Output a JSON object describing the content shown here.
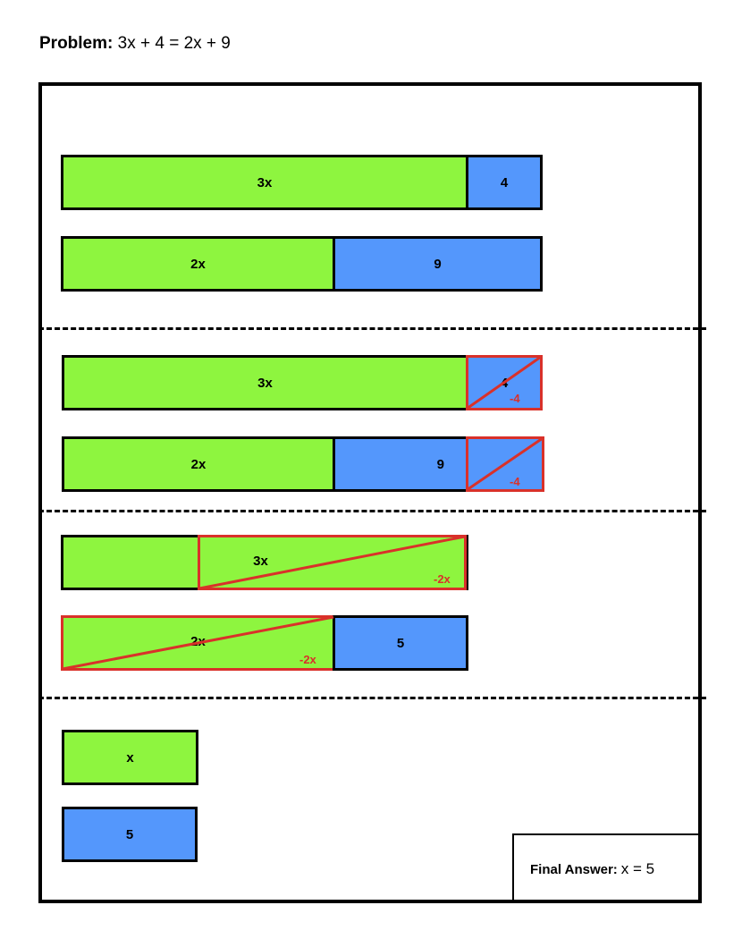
{
  "problem": {
    "label": "Problem:",
    "equation": "3x + 4 = 2x + 9"
  },
  "step1": {
    "row1": {
      "x": "3x",
      "c": "4"
    },
    "row2": {
      "x": "2x",
      "c": "9"
    }
  },
  "step2": {
    "row1": {
      "x": "3x",
      "c": "4",
      "remove": "-4"
    },
    "row2": {
      "x": "2x",
      "c": "9",
      "remove": "-4"
    }
  },
  "step3": {
    "row1": {
      "x": "3x",
      "remove": "-2x"
    },
    "row2": {
      "x": "2x",
      "remove": "-2x",
      "c": "5"
    }
  },
  "step4": {
    "row1": {
      "x": "x"
    },
    "row2": {
      "c": "5"
    }
  },
  "final": {
    "label": "Final Answer:",
    "value": "x = 5"
  },
  "colors": {
    "variable": "#8ef53f",
    "constant": "#5497fc",
    "removal": "#d9312a"
  }
}
